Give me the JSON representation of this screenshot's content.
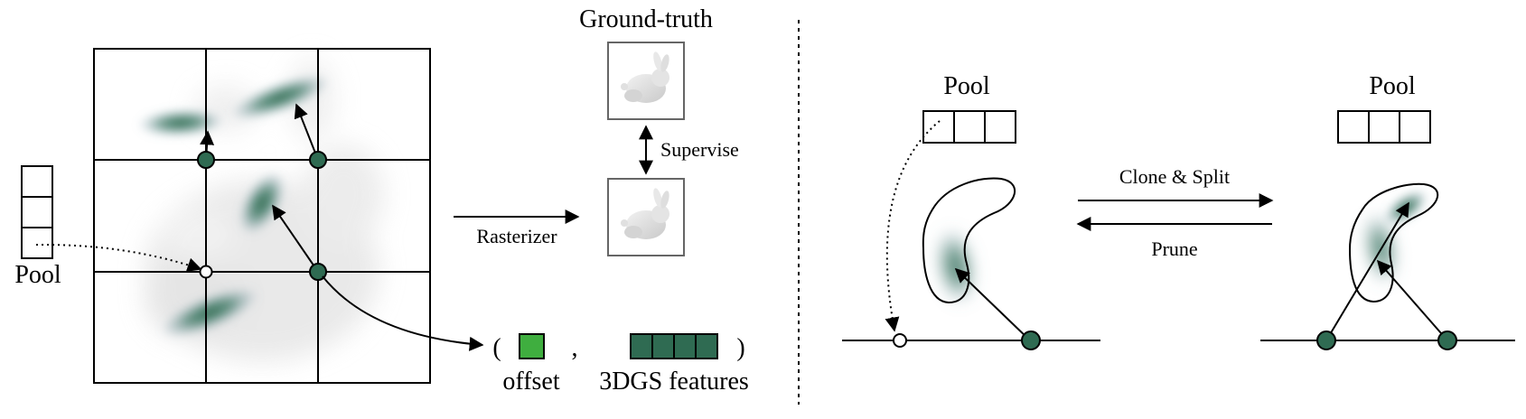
{
  "left_panel": {
    "pool_label": "Pool",
    "ground_truth_label": "Ground-truth",
    "supervise_label": "Supervise",
    "rasterizer_label": "Rasterizer",
    "tuple_open": "(",
    "tuple_comma": ",",
    "tuple_close": ")",
    "offset_label": "offset",
    "features_label": "3DGS features"
  },
  "right_panel": {
    "pool_left_label": "Pool",
    "pool_right_label": "Pool",
    "clone_split_label": "Clone & Split",
    "prune_label": "Prune"
  },
  "colors": {
    "anchor": "#2f6b52",
    "gaussian": "#2f6b52",
    "offset_square": "#3fae3f",
    "feature_cells": "#2f6b52"
  },
  "icons": {
    "bunny_ground_truth": "bunny-icon",
    "bunny_render": "bunny-icon"
  }
}
